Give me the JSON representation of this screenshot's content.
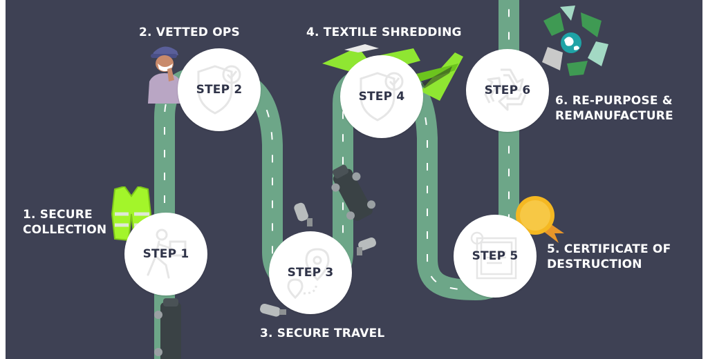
{
  "colors": {
    "background": "#3e4154",
    "road": "#6da688",
    "road_marking": "#ffffff",
    "circle": "#ffffff",
    "step_text": "#2f3348",
    "vest": "#a3f52a",
    "textile": "#8fe632",
    "recycle_green": "#3f9a53",
    "medal_gold": "#f5b822",
    "ribbon_orange": "#e8962a"
  },
  "steps": [
    {
      "step_label": "STEP 1",
      "caption": [
        "1. SECURE",
        "COLLECTION"
      ],
      "icon": "person-carrying-box-icon"
    },
    {
      "step_label": "STEP 2",
      "caption": [
        "2. VETTED OPS"
      ],
      "icon": "shield-check-icon"
    },
    {
      "step_label": "STEP 3",
      "caption": [
        "3. SECURE TRAVEL"
      ],
      "icon": "map-pin-route-icon"
    },
    {
      "step_label": "STEP 4",
      "caption": [
        "4. TEXTILE SHREDDING"
      ],
      "icon": "shield-check-icon"
    },
    {
      "step_label": "STEP 5",
      "caption": [
        "5. CERTIFICATE OF",
        "DESTRUCTION"
      ],
      "icon": "certificate-icon"
    },
    {
      "step_label": "STEP 6",
      "caption": [
        "6. RE-PURPOSE &",
        "REMANUFACTURE"
      ],
      "icon": "recycle-icon"
    }
  ]
}
